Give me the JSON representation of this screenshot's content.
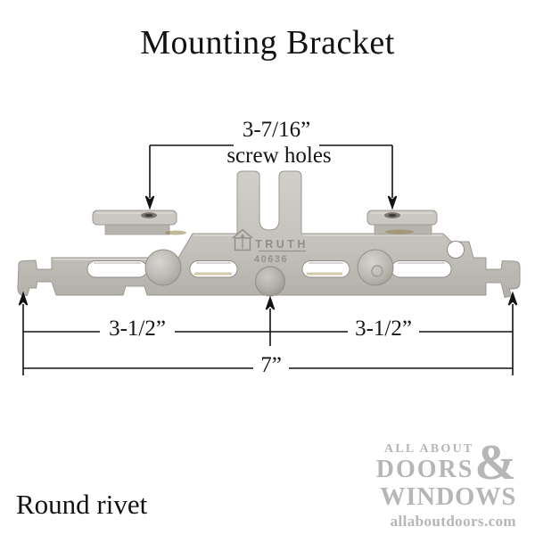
{
  "title": "Mounting Bracket",
  "product": {
    "brand_stamp": "TRUTH",
    "part_number": "40636",
    "body_color": "#c7c3be"
  },
  "annotations": {
    "top_dimension": {
      "value": "3-7/16”",
      "label": "screw holes"
    },
    "bottom_left_dimension": "3-1/2”",
    "bottom_right_dimension": "3-1/2”",
    "overall_dimension": "7”",
    "caption": "Round rivet"
  },
  "watermark": {
    "line1": "ALL ABOUT",
    "line2": "DOORS",
    "ampersand": "&",
    "line3": "WINDOWS",
    "website": "allaboutdoors.com",
    "color": "#b6b6b6"
  }
}
